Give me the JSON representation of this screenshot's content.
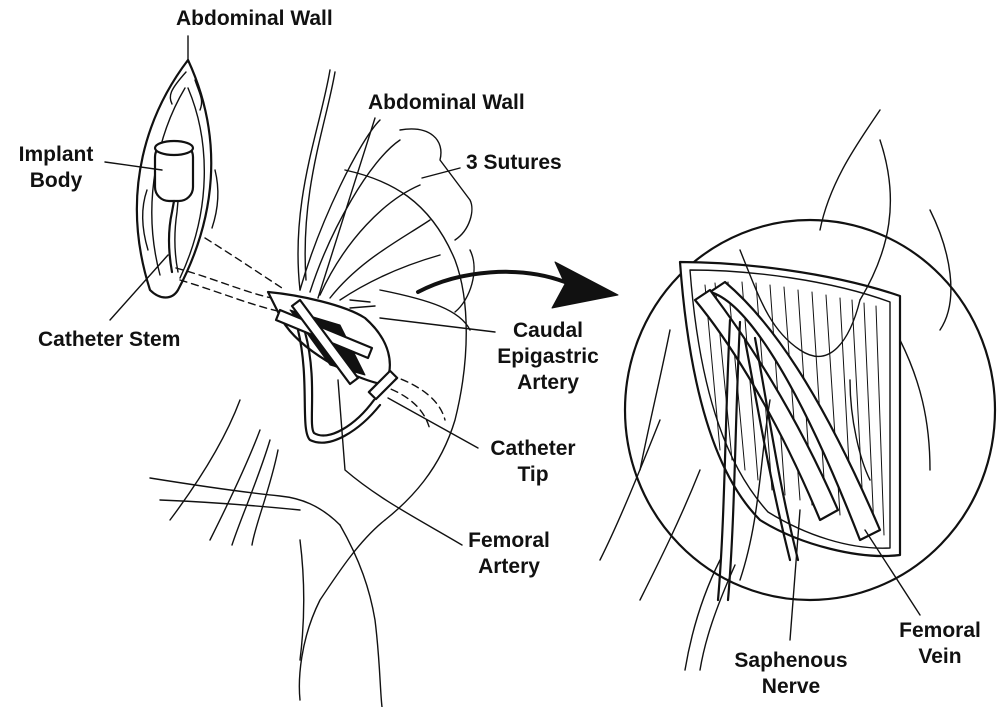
{
  "labels": {
    "abdominal_wall_top": "Abdominal Wall",
    "abdominal_wall_mid": "Abdominal Wall",
    "implant_body_1": "Implant",
    "implant_body_2": "Body",
    "three_sutures": "3 Sutures",
    "catheter_stem": "Catheter Stem",
    "caudal_1": "Caudal",
    "caudal_2": "Epigastric",
    "caudal_3": "Artery",
    "catheter_tip_1": "Catheter",
    "catheter_tip_2": "Tip",
    "femoral_artery_1": "Femoral",
    "femoral_artery_2": "Artery",
    "saphenous_1": "Saphenous",
    "saphenous_2": "Nerve",
    "femoral_vein_1": "Femoral",
    "femoral_vein_2": "Vein"
  },
  "icons": {
    "arrow": "curved-arrow-icon"
  },
  "colors": {
    "ink": "#111111",
    "paper": "#ffffff"
  }
}
